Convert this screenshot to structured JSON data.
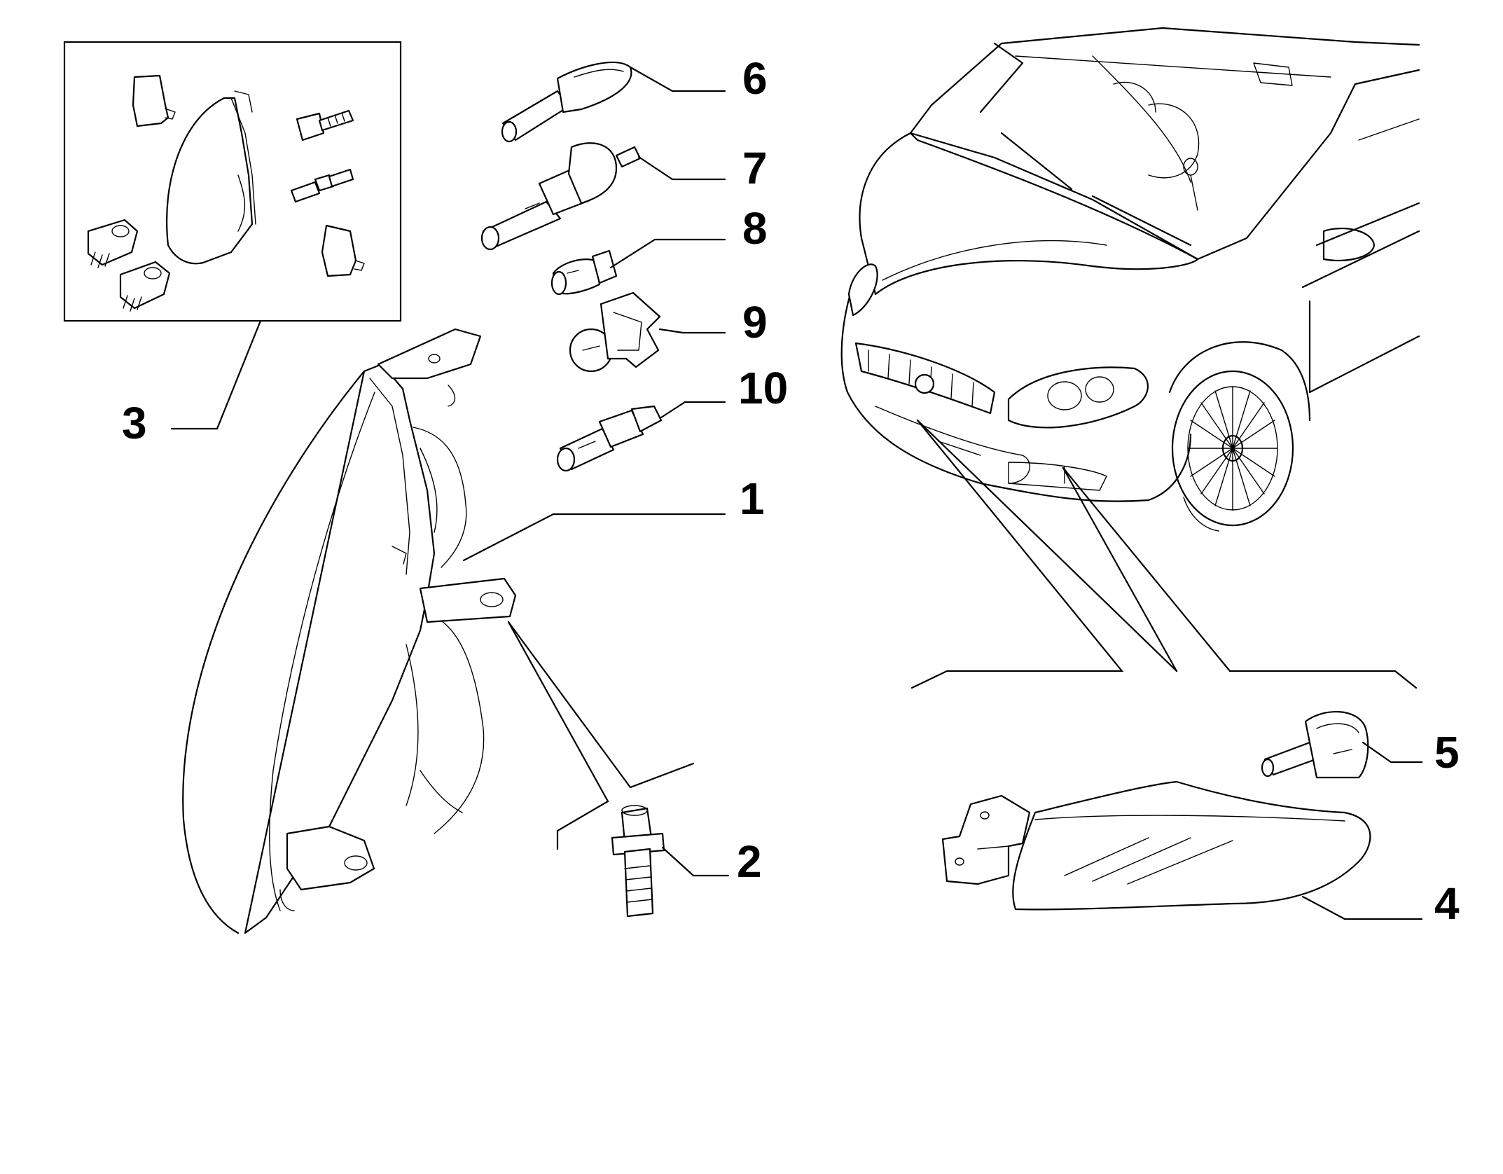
{
  "callouts": [
    {
      "id": "1",
      "text": "1"
    },
    {
      "id": "2",
      "text": "2"
    },
    {
      "id": "3",
      "text": "3"
    },
    {
      "id": "4",
      "text": "4"
    },
    {
      "id": "5",
      "text": "5"
    },
    {
      "id": "6",
      "text": "6"
    },
    {
      "id": "7",
      "text": "7"
    },
    {
      "id": "8",
      "text": "8"
    },
    {
      "id": "9",
      "text": "9"
    },
    {
      "id": "10",
      "text": "10"
    }
  ],
  "colors": {
    "line": "#000000",
    "background": "#ffffff"
  },
  "parts": [
    "headlamp-assembly",
    "bolt",
    "fixing-kit",
    "fog-lamp",
    "fog-lamp-bulb",
    "bulb-h7",
    "bulb-h1",
    "bulb-w5w",
    "bulb-py21w",
    "bulb-socket",
    "car-front-view"
  ]
}
